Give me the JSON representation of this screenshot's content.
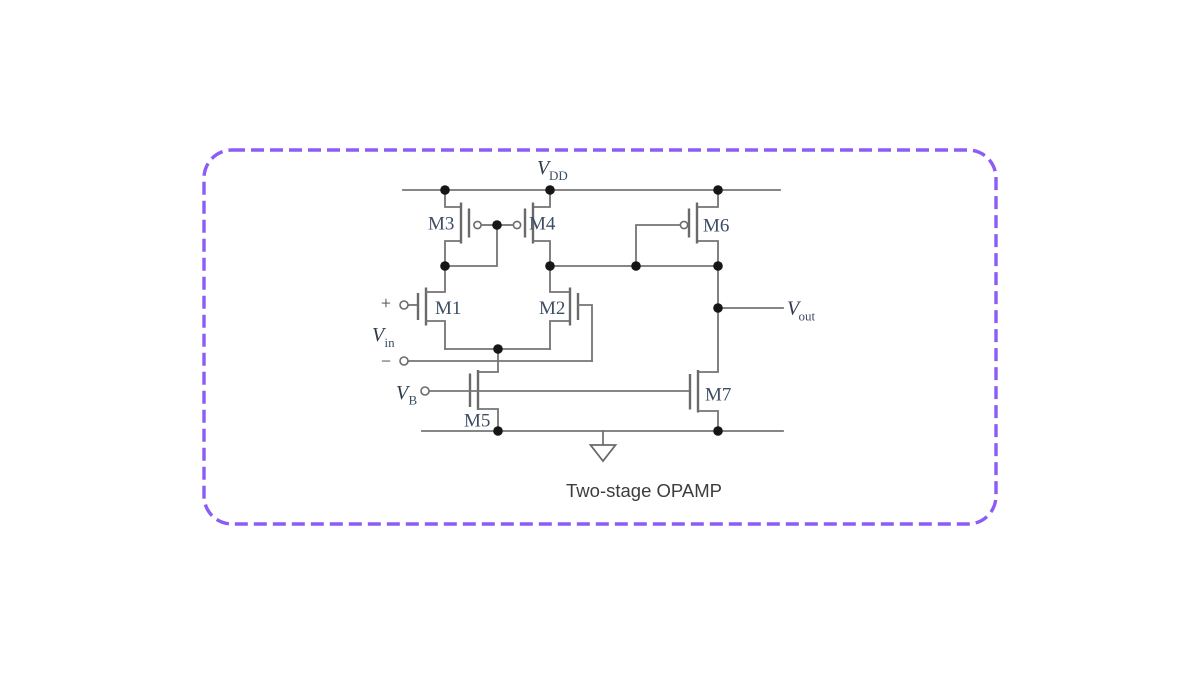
{
  "figure": {
    "caption": "Two-stage OPAMP",
    "colors": {
      "border": "#8b5cf6",
      "wire": "#747474",
      "junction_dot": "#161616",
      "transistor_label": "#3d4d63",
      "net_label": "#2e3c4e",
      "background": "#ffffff"
    }
  },
  "transistors": {
    "m1": "M1",
    "m2": "M2",
    "m3": "M3",
    "m4": "M4",
    "m5": "M5",
    "m6": "M6",
    "m7": "M7"
  },
  "nets": {
    "vdd": {
      "main": "V",
      "sub": "DD"
    },
    "vin": {
      "main": "V",
      "sub": "in"
    },
    "vb": {
      "main": "V",
      "sub": "B"
    },
    "vout": {
      "main": "V",
      "sub": "out"
    }
  },
  "terminals": {
    "plus": "+",
    "minus": "−"
  }
}
